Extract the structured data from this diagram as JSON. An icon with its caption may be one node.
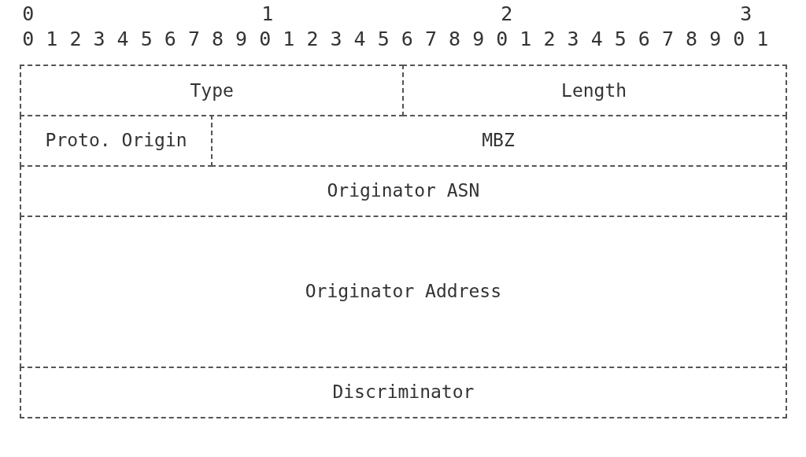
{
  "diagram": {
    "nodes": [
      {
        "text": [
          "Type"
        ]
      },
      {
        "text": [
          "Length"
        ]
      },
      {
        "text": [
          "Proto. Origin"
        ]
      },
      {
        "text": [
          "MBZ"
        ]
      },
      {
        "text": [
          "Originator ASN"
        ]
      },
      {
        "text": [
          "Originator Address"
        ]
      },
      {
        "text": [
          "Discriminator"
        ]
      }
    ],
    "labels": [
      "0",
      "1",
      "2",
      "3",
      "0 1 2 3 4 5 6 7 8 9 0 1 2 3 4 5 6 7 8 9 0 1 2 3 4 5 6 7 8 9 0 1"
    ]
  }
}
